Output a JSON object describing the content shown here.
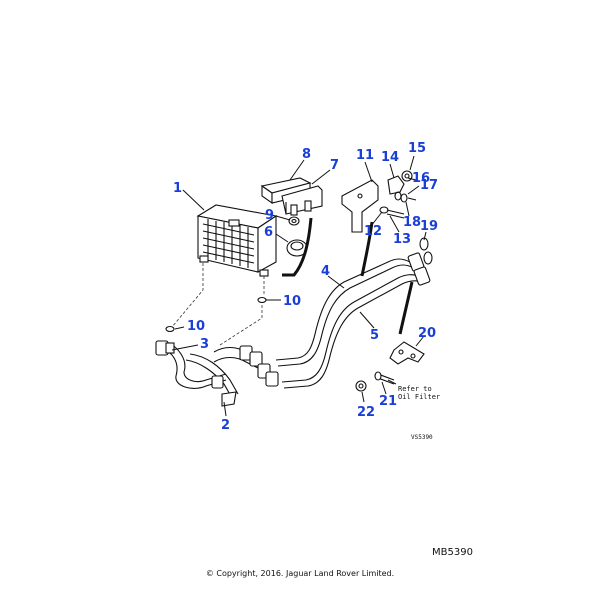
{
  "callouts": {
    "c1": "1",
    "c2": "2",
    "c3": "3",
    "c4": "4",
    "c5": "5",
    "c6": "6",
    "c7": "7",
    "c8": "8",
    "c9": "9",
    "c10a": "10",
    "c10b": "10",
    "c11": "11",
    "c12": "12",
    "c13": "13",
    "c14": "14",
    "c15": "15",
    "c16": "16",
    "c17": "17",
    "c18": "18",
    "c19": "19",
    "c20": "20",
    "c21": "21",
    "c22": "22"
  },
  "note": {
    "line1": "Refer to",
    "line2": "Oil Filter"
  },
  "drawing_code": "VS5390",
  "reference_code": "MB5390",
  "copyright": "© Copyright, 2016. Jaguar Land Rover Limited.",
  "colors": {
    "callout": "#1a3fd6",
    "line": "#111111"
  }
}
